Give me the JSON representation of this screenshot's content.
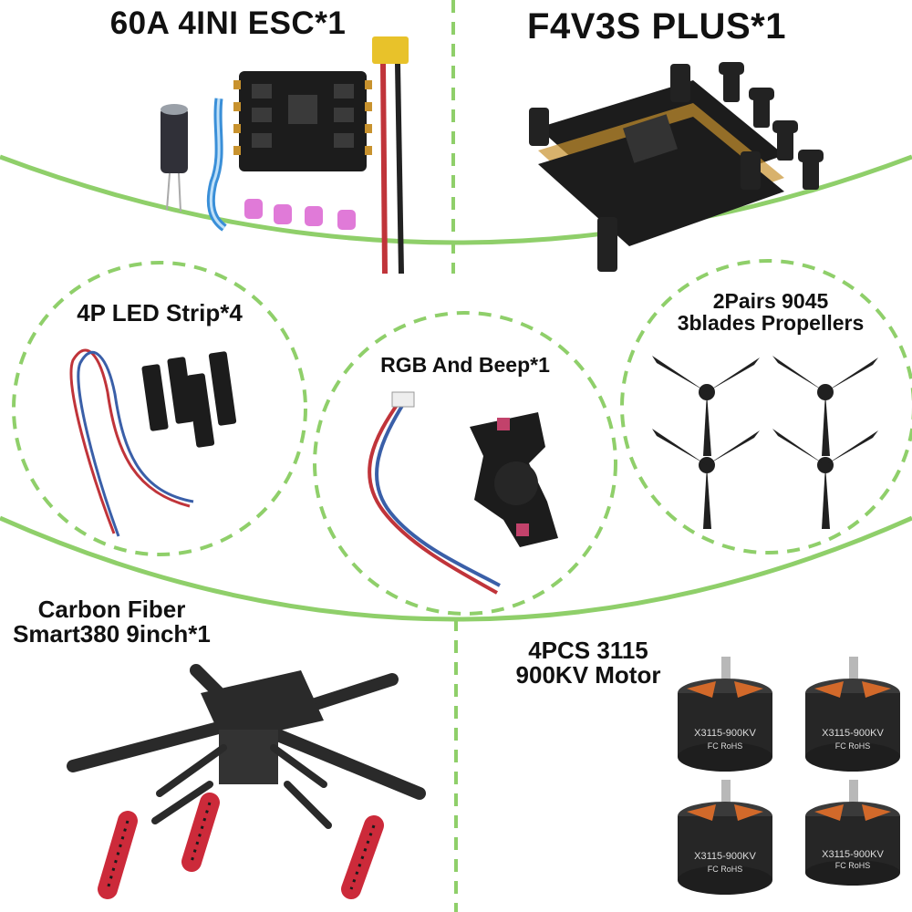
{
  "labels": {
    "esc": "60A 4INI ESC*1",
    "fc": "F4V3S PLUS*1",
    "led": "4P LED Strip*4",
    "rgb": "RGB And Beep*1",
    "props": [
      "2Pairs 9045",
      "3blades Propellers"
    ],
    "frame": [
      "Carbon Fiber",
      "Smart380 9inch*1"
    ],
    "motor": [
      "4PCS 3115",
      "900KV Motor"
    ]
  },
  "motor_print": [
    "X3115-900KV",
    "FC  RoHS"
  ],
  "colors": {
    "divider": "#8fcf6a",
    "pcb": "#1c1c1c",
    "pad": "#c8922e",
    "carbon": "#2a2a2a",
    "foam": "#cc2a3a",
    "wire_red": "#c0343a",
    "wire_blue": "#3a5fa8",
    "standoff": "#e07ad8"
  }
}
